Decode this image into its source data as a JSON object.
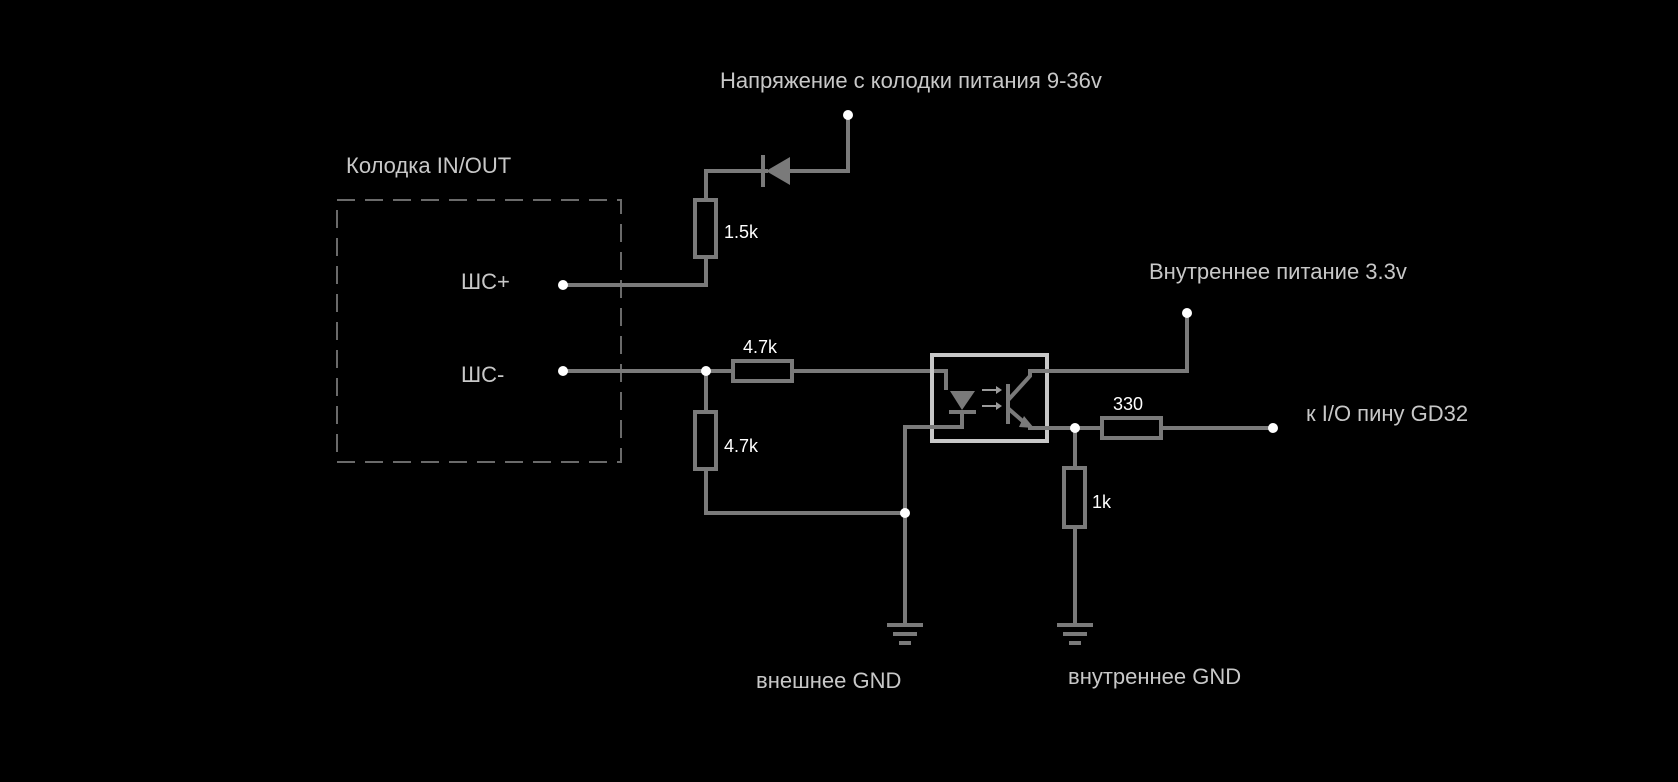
{
  "labels": {
    "supply_voltage": "Напряжение с колодки питания 9-36v",
    "connector_block": "Колодка  IN/OUT",
    "shs_plus": "ШС+",
    "shs_minus": "ШС-",
    "internal_supply": "Внутреннее питание 3.3v",
    "io_pin": "к I/O пину GD32",
    "external_gnd": "внешнее GND",
    "internal_gnd": "внутреннее GND"
  },
  "components": {
    "r_1k5": "1.5k",
    "r_4k7_series": "4.7k",
    "r_4k7_shunt": "4.7k",
    "r_330": "330",
    "r_1k": "1k"
  },
  "colors": {
    "background": "#000000",
    "wire": "#7a7a7a",
    "node": "#ffffff",
    "optocoupler_body": "#c8c8c8",
    "label_text": "#c8c8c8",
    "value_text": "#ffffff"
  }
}
